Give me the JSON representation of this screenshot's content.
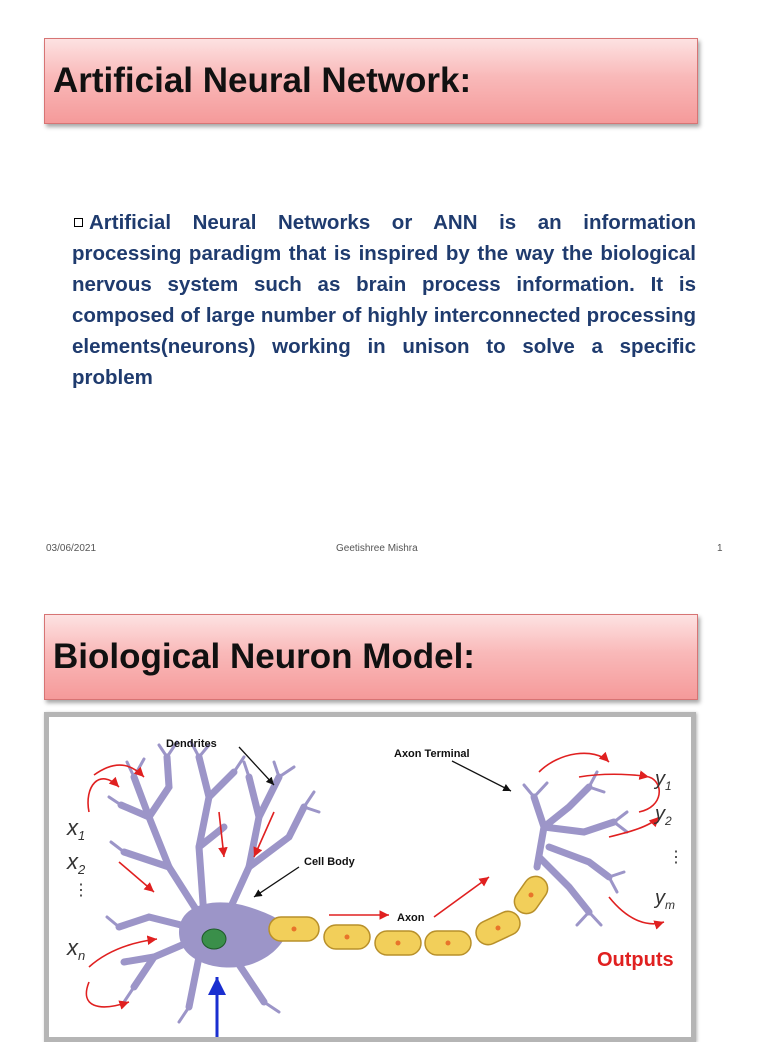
{
  "slide1": {
    "title": "Artificial Neural Network:",
    "paragraph": "Artificial Neural Networks or ANN is an information processing paradigm that is inspired by the way the biological nervous system such as brain process information. It is composed of large number of highly interconnected processing elements(neurons) working in unison to solve a specific problem",
    "footer": {
      "date": "03/06/2021",
      "author": "Geetishree Mishra",
      "page": "1"
    }
  },
  "slide2": {
    "title": "Biological Neuron Model:",
    "figure": {
      "labels": {
        "dendrites": "Dendrites",
        "axon_terminal": "Axon Terminal",
        "cell_body": "Cell Body",
        "axon": "Axon",
        "outputs": "Outputs"
      },
      "inputs": [
        "x1",
        "x2",
        "xn"
      ],
      "outputs": [
        "y1",
        "y2",
        "ym"
      ]
    }
  },
  "colors": {
    "title_fill": "#f9b9b9",
    "body_text": "#1f3b6e",
    "neuron": "#9c95c8",
    "axon_segment": "#f2cf5a",
    "arrow": "#e02020",
    "outputs_text": "#e02020"
  }
}
